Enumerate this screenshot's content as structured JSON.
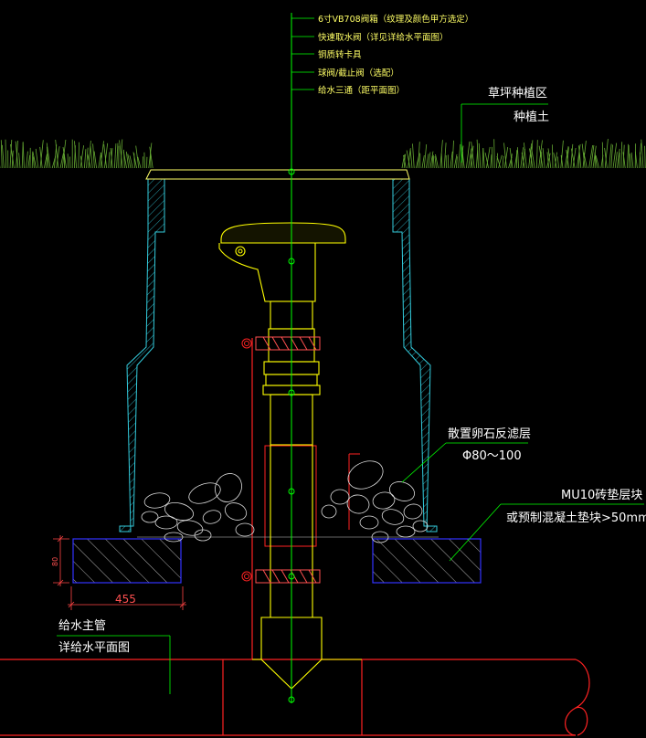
{
  "callouts_top": [
    "6寸VB708阀箱（纹理及颜色甲方选定）",
    "快速取水阀（详见详给水平面图）",
    "铜质转卡具",
    "球阀/截止阀（选配）",
    "给水三通（距平面图）"
  ],
  "labels": {
    "lawn_zone": "草坪种植区",
    "planting_soil": "种植土",
    "gravel_layer": "散置卵石反滤层",
    "gravel_size": "Φ80～100",
    "brick_block": "MU10砖垫层块",
    "concrete_block": "或预制混凝土垫块>50mm",
    "main_pipe": "给水主管",
    "main_pipe_ref": "详给水平面图"
  },
  "dimensions": {
    "width": "455",
    "height": "80"
  },
  "colors": {
    "background": "#000000",
    "centerline": "#00ff00",
    "valve_box": "#33ccdd",
    "pipe": "#ffff00",
    "grass": "#66aa33",
    "pad_border": "#3333ff",
    "main_pipe": "#ff2222",
    "label_text": "#ffffff",
    "dimension": "#ff4444"
  }
}
